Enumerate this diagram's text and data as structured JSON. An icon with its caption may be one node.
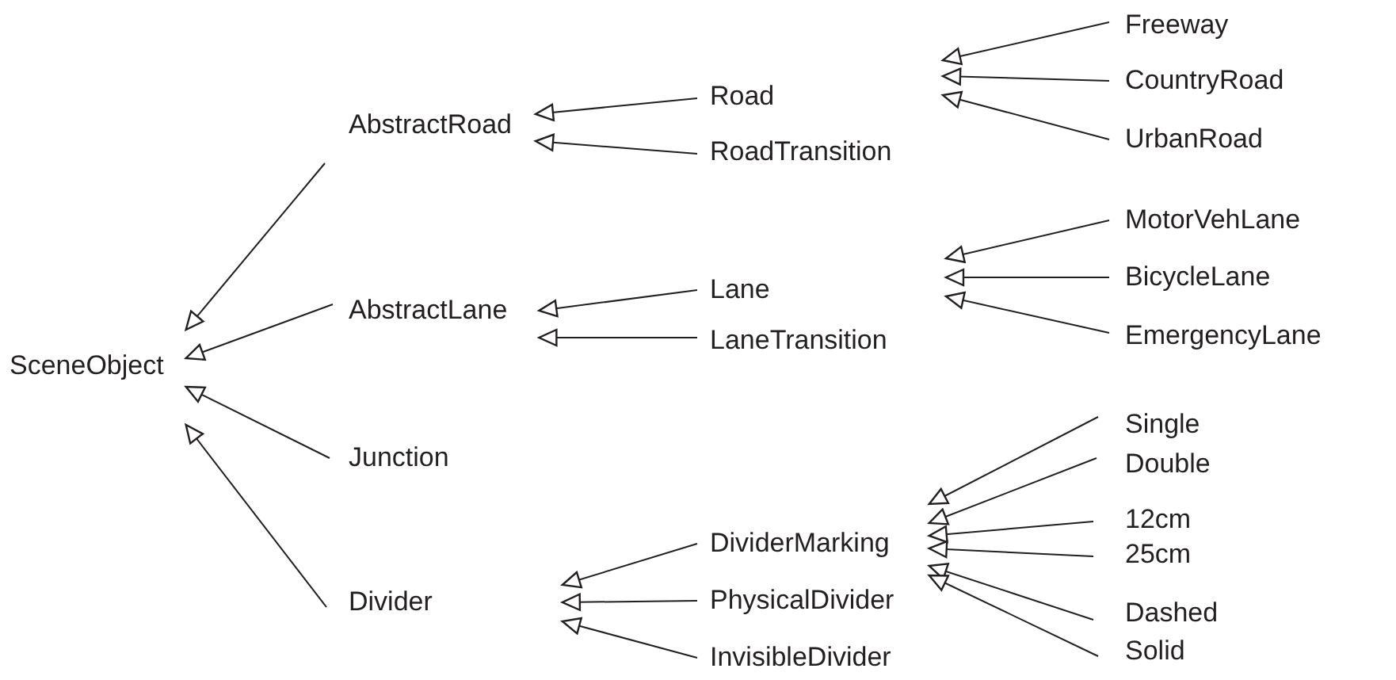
{
  "diagram": {
    "nodes": [
      {
        "text": [
          "SceneObject"
        ]
      },
      {
        "text": [
          "AbstractRoad"
        ]
      },
      {
        "text": [
          "AbstractLane"
        ]
      },
      {
        "text": [
          "Junction"
        ]
      },
      {
        "text": [
          "Divider"
        ]
      },
      {
        "text": [
          "Road"
        ]
      },
      {
        "text": [
          "RoadTransition"
        ]
      },
      {
        "text": [
          "Lane"
        ]
      },
      {
        "text": [
          "LaneTransition"
        ]
      },
      {
        "text": [
          "DividerMarking"
        ]
      },
      {
        "text": [
          "PhysicalDivider"
        ]
      },
      {
        "text": [
          "InvisibleDivider"
        ]
      },
      {
        "text": [
          "Freeway"
        ]
      },
      {
        "text": [
          "CountryRoad"
        ]
      },
      {
        "text": [
          "UrbanRoad"
        ]
      },
      {
        "text": [
          "MotorVehLane"
        ]
      },
      {
        "text": [
          "BicycleLane"
        ]
      },
      {
        "text": [
          "EmergencyLane"
        ]
      },
      {
        "text": [
          "Single"
        ]
      },
      {
        "text": [
          "Double"
        ]
      },
      {
        "text": [
          "12cm"
        ]
      },
      {
        "text": [
          "25cm"
        ]
      },
      {
        "text": [
          "Dashed"
        ]
      },
      {
        "text": [
          "Solid"
        ]
      }
    ],
    "edges": [
      {
        "from": 1,
        "to": 0,
        "arrow": "to"
      },
      {
        "from": 2,
        "to": 0,
        "arrow": "to"
      },
      {
        "from": 3,
        "to": 0,
        "arrow": "to"
      },
      {
        "from": 4,
        "to": 0,
        "arrow": "to"
      },
      {
        "from": 5,
        "to": 1,
        "arrow": "to"
      },
      {
        "from": 6,
        "to": 1,
        "arrow": "to"
      },
      {
        "from": 7,
        "to": 2,
        "arrow": "to"
      },
      {
        "from": 8,
        "to": 2,
        "arrow": "to"
      },
      {
        "from": 9,
        "to": 4,
        "arrow": "to"
      },
      {
        "from": 10,
        "to": 4,
        "arrow": "to"
      },
      {
        "from": 11,
        "to": 4,
        "arrow": "to"
      },
      {
        "from": 12,
        "to": null,
        "arrow": "to"
      },
      {
        "from": 13,
        "to": null,
        "arrow": "to"
      },
      {
        "from": 14,
        "to": null,
        "arrow": "to"
      },
      {
        "from": 15,
        "to": null,
        "arrow": "to"
      },
      {
        "from": 16,
        "to": null,
        "arrow": "to"
      },
      {
        "from": 17,
        "to": null,
        "arrow": "to"
      },
      {
        "from": 18,
        "to": 9,
        "arrow": "to"
      },
      {
        "from": 19,
        "to": 9,
        "arrow": "to"
      },
      {
        "from": 20,
        "to": 9,
        "arrow": "to"
      },
      {
        "from": 21,
        "to": 9,
        "arrow": "to"
      },
      {
        "from": 22,
        "to": 9,
        "arrow": "to"
      },
      {
        "from": 23,
        "to": 9,
        "arrow": "to"
      }
    ]
  }
}
